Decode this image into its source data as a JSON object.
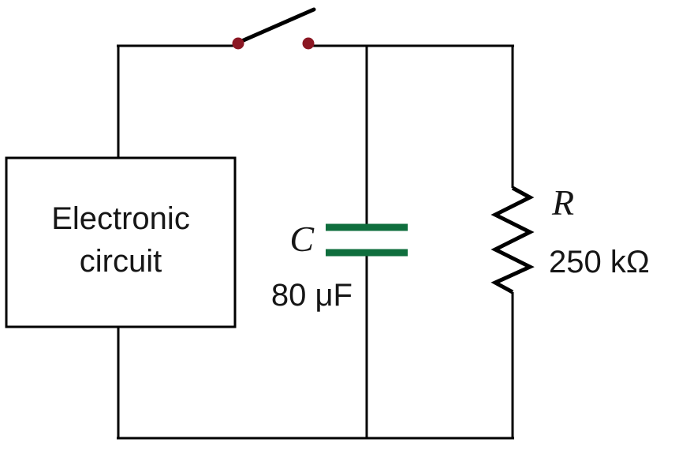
{
  "diagram": {
    "title": "RC circuit with electronic circuit box, switch, capacitor and resistor",
    "box": {
      "line1": "Electronic",
      "line2": "circuit"
    },
    "capacitor": {
      "symbol": "C",
      "value": "80 μF"
    },
    "resistor": {
      "symbol": "R",
      "value": "250 kΩ"
    },
    "colors": {
      "wire": "#000000",
      "capacitor_plate": "#0f6e3d",
      "switch_dot": "#8b1723",
      "text": "#161616",
      "background": "#ffffff"
    }
  }
}
